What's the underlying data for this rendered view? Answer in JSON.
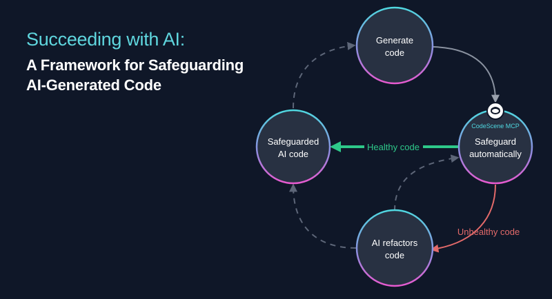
{
  "title": {
    "line1": "Succeeding with AI:",
    "line2": "A Framework for Safeguarding",
    "line3": "AI-Generated Code"
  },
  "nodes": {
    "generate": {
      "line1": "Generate",
      "line2": "code"
    },
    "safeguard": {
      "line1": "Safeguard",
      "line2": "automatically"
    },
    "safeguarded": {
      "line1": "Safeguarded",
      "line2": "AI code"
    },
    "refactor": {
      "line1": "AI refactors",
      "line2": "code"
    }
  },
  "badge": {
    "label": "CodeScene MCP",
    "icon": "codescene-logo-icon"
  },
  "edges": {
    "healthy": "Healthy code",
    "unhealthy": "Unhealthy code"
  },
  "colors": {
    "background": "#0f1728",
    "node_fill": "#283142",
    "ring_top": "#4fd8e0",
    "ring_bottom": "#e85ad0",
    "headline": "#5fd6de",
    "healthy": "#2ec98a",
    "unhealthy": "#e36a6a",
    "dashed": "#5d6678",
    "solid_gray": "#8a92a0"
  }
}
